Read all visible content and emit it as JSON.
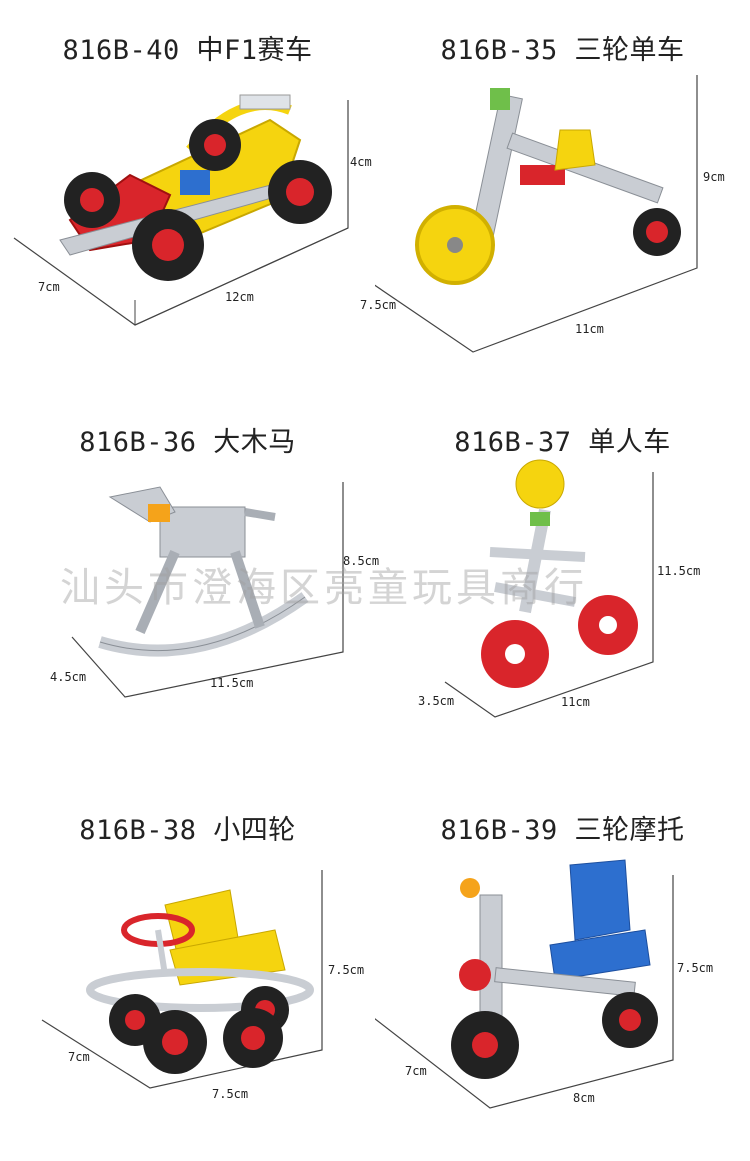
{
  "products": [
    {
      "model": "816B-40",
      "name": "中F1赛车",
      "dims": [
        "4cm",
        "7cm",
        "12cm"
      ]
    },
    {
      "model": "816B-35",
      "name": "三轮单车",
      "dims": [
        "9cm",
        "7.5cm",
        "11cm"
      ]
    },
    {
      "model": "816B-36",
      "name": "大木马",
      "dims": [
        "8.5cm",
        "4.5cm",
        "11.5cm"
      ]
    },
    {
      "model": "816B-37",
      "name": "单人车",
      "dims": [
        "11.5cm",
        "3.5cm",
        "11cm"
      ]
    },
    {
      "model": "816B-38",
      "name": "小四轮",
      "dims": [
        "7.5cm",
        "7cm",
        "7.5cm"
      ]
    },
    {
      "model": "816B-39",
      "name": "三轮摩托",
      "dims": [
        "7.5cm",
        "7cm",
        "8cm"
      ]
    }
  ],
  "watermark": "汕头市澄海区亮童玩具商行",
  "colors": {
    "red": "#d9252b",
    "yellow": "#f5d40f",
    "blue": "#2d6fcf",
    "metal": "#c9cdd3",
    "tire": "#222222"
  }
}
